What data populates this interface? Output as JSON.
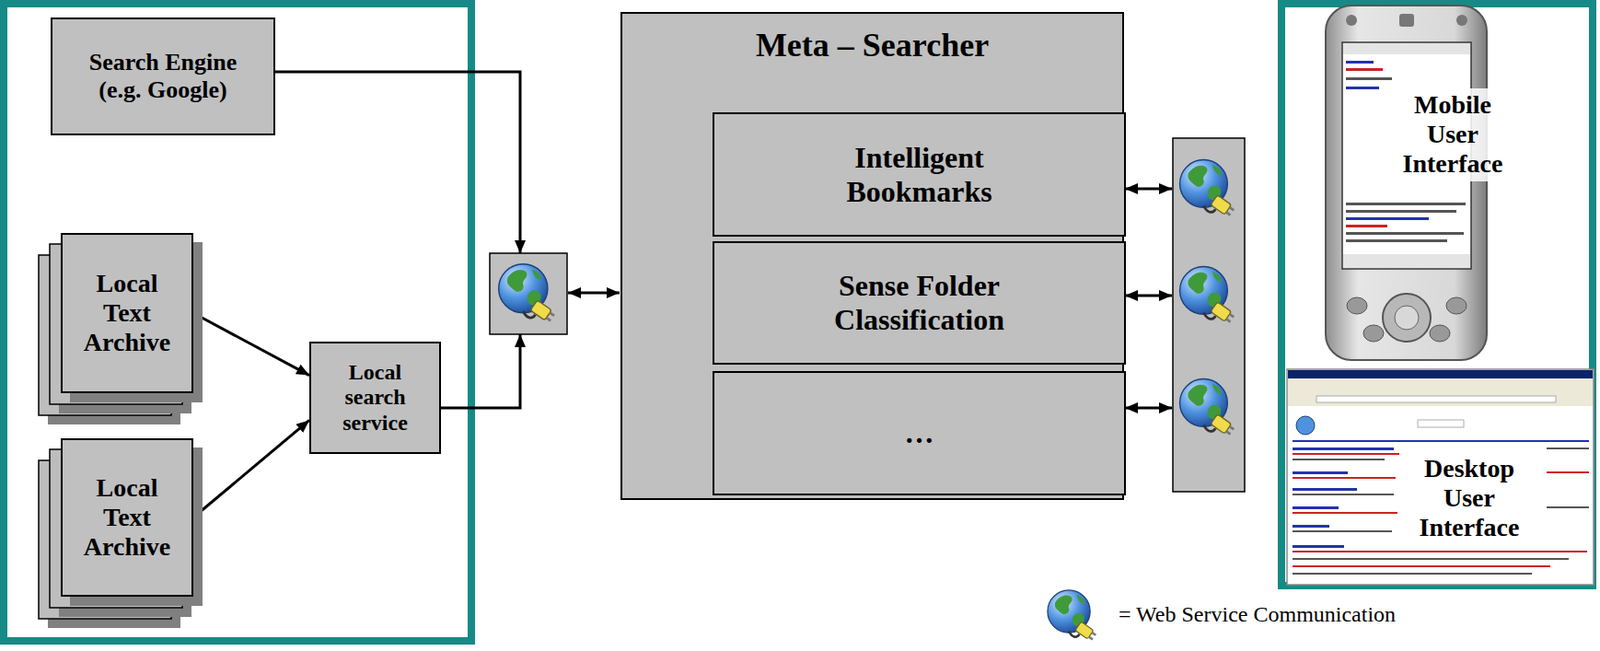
{
  "diagram": {
    "nodes": [
      {
        "text": [
          "Search Engine (e.g. Google)"
        ]
      },
      {
        "text": [
          "Local Text Archive"
        ]
      },
      {
        "text": [
          "Local search service"
        ]
      },
      {
        "text": [
          "Local Text Archive"
        ]
      },
      {
        "text": [
          "Meta – Searcher"
        ]
      },
      {
        "text": [
          "Intelligent Bookmarks"
        ],
        "in": 4
      },
      {
        "text": [
          "Sense Folder Classification"
        ],
        "in": 4
      },
      {
        "text": [
          "…"
        ],
        "in": 4
      },
      {
        "text": [
          "Mobile User Interface"
        ]
      },
      {
        "text": [
          "Desktop User Interface"
        ]
      }
    ],
    "edges": [
      {
        "from": 1,
        "to": 2,
        "arrow": "to"
      },
      {
        "from": 3,
        "to": 2,
        "arrow": "to"
      }
    ],
    "legend": [
      {
        "text": "= Web Service Communication"
      }
    ]
  }
}
